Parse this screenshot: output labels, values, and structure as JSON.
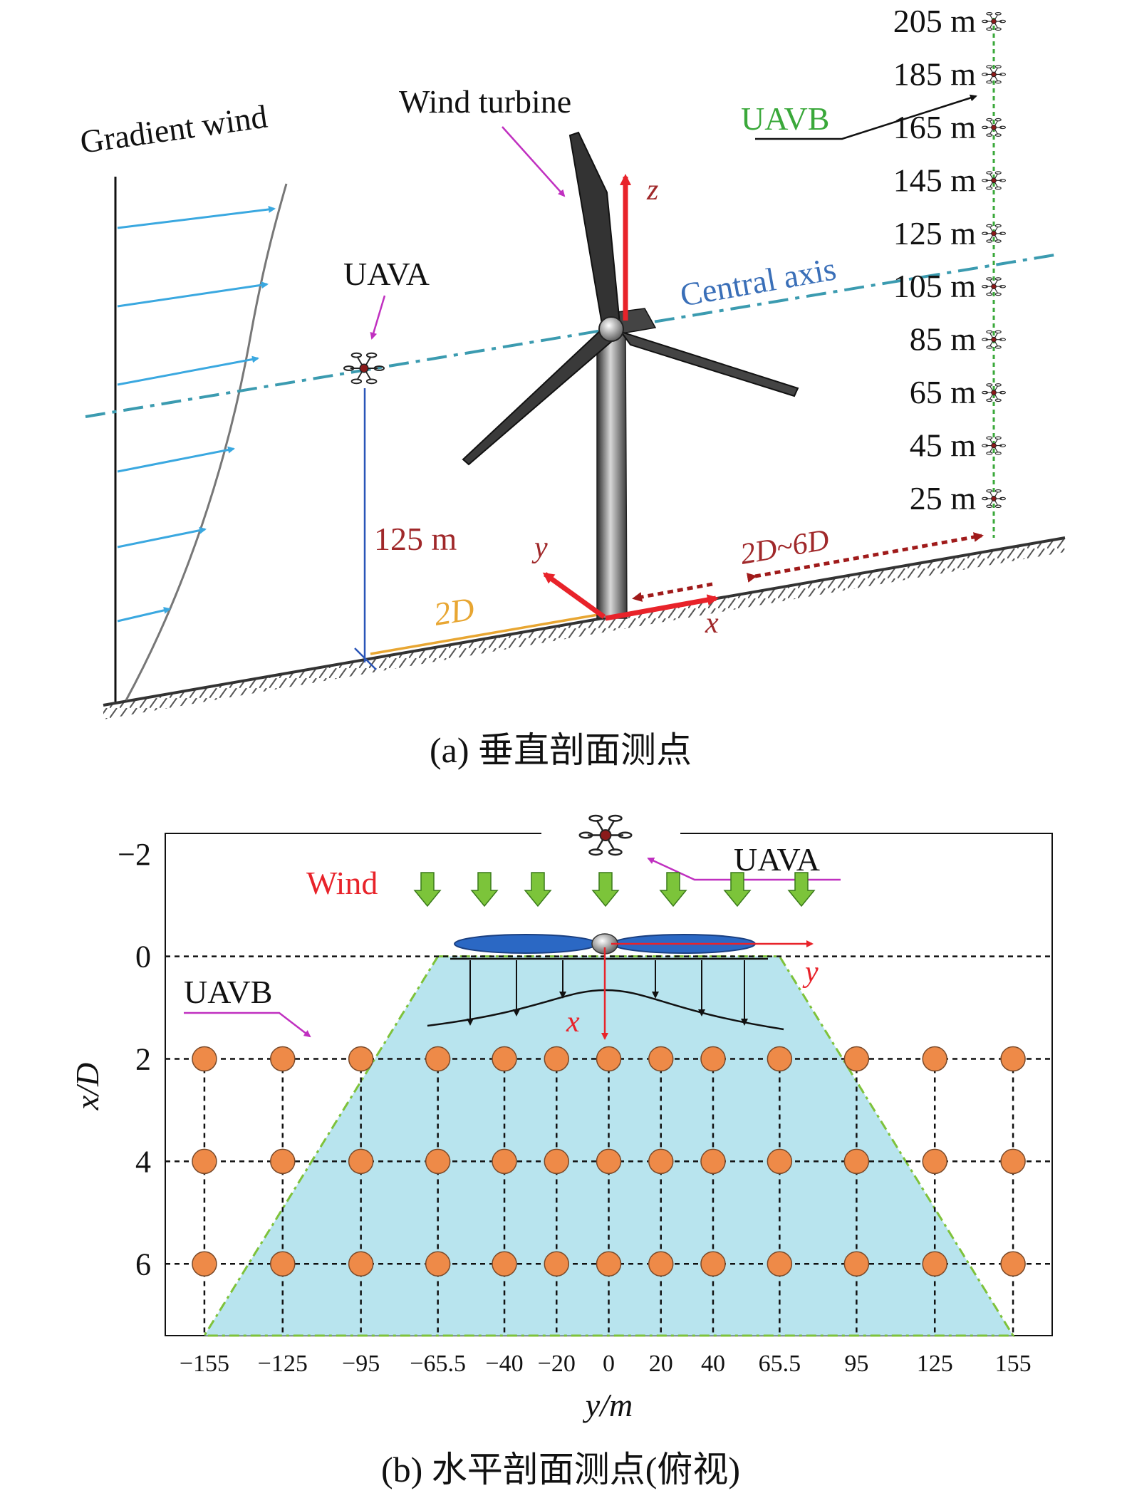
{
  "panel_a": {
    "caption": "(a) 垂直剖面测点",
    "gradient_wind_label": "Gradient wind",
    "wind_turbine_label": "Wind turbine",
    "uava_label": "UAVA",
    "uavb_label": "UAVB",
    "central_axis_label": "Central axis",
    "height_label": "125 m",
    "distance_2d_label": "2D",
    "distance_range_label": "2D~6D",
    "axis_x": "x",
    "axis_y": "y",
    "axis_z": "z",
    "heights": [
      "205 m",
      "185 m",
      "165 m",
      "145 m",
      "125 m",
      "105 m",
      "85 m",
      "65 m",
      "45 m",
      "25 m"
    ],
    "colors": {
      "wind_arrow": "#3aa8e0",
      "central_axis": "#3b9bb0",
      "axis_arrow": "#e8232a",
      "uavb_line": "#3aa83a",
      "distance_arrow": "#a01a1a",
      "uava_line": "#2a55b8",
      "ground_segment": "#e8a632",
      "label_red": "#a0282a",
      "label_blue": "#3a6fb8",
      "label_green": "#3aa83a",
      "pointer": "#c030c0"
    }
  },
  "panel_b": {
    "caption": "(b) 水平剖面测点(俯视)",
    "wind_label": "Wind",
    "uava_label": "UAVA",
    "uavb_label": "UAVB",
    "axis_x": "x",
    "axis_y": "y",
    "colors": {
      "wake_fill": "#b8e4ee",
      "wake_edge": "#7ec23a",
      "point_fill": "#ee8a48",
      "blade": "#2b68c4",
      "wind_arrow": "#7cc43a",
      "wind_text": "#e8232a",
      "axis_arrow": "#e8232a"
    }
  },
  "chart_data": {
    "type": "scatter",
    "title": "",
    "xlabel": "y/m",
    "ylabel": "x/D",
    "xlim": [
      -170,
      170
    ],
    "ylim": [
      -2.4,
      7.4
    ],
    "y_inverted": true,
    "x_ticks": [
      "-155",
      "-125",
      "-95",
      "-65.5",
      "-40",
      "-20",
      "0",
      "20",
      "40",
      "65.5",
      "95",
      "125",
      "155"
    ],
    "x_tick_values": [
      -155,
      -125,
      -95,
      -65.5,
      -40,
      -20,
      0,
      20,
      40,
      65.5,
      95,
      125,
      155
    ],
    "y_ticks": [
      "-2",
      "0",
      "2",
      "4",
      "6"
    ],
    "y_tick_values": [
      -2,
      0,
      2,
      4,
      6
    ],
    "measurement_rows": [
      2,
      4,
      6
    ],
    "measurement_columns": [
      -155,
      -125,
      -95,
      -65.5,
      -40,
      -20,
      0,
      20,
      40,
      65.5,
      95,
      125,
      155
    ],
    "wake_boundary": [
      [
        -65.5,
        0
      ],
      [
        -155,
        7.4
      ],
      [
        155,
        7.4
      ],
      [
        65.5,
        0
      ]
    ],
    "grid": true
  }
}
